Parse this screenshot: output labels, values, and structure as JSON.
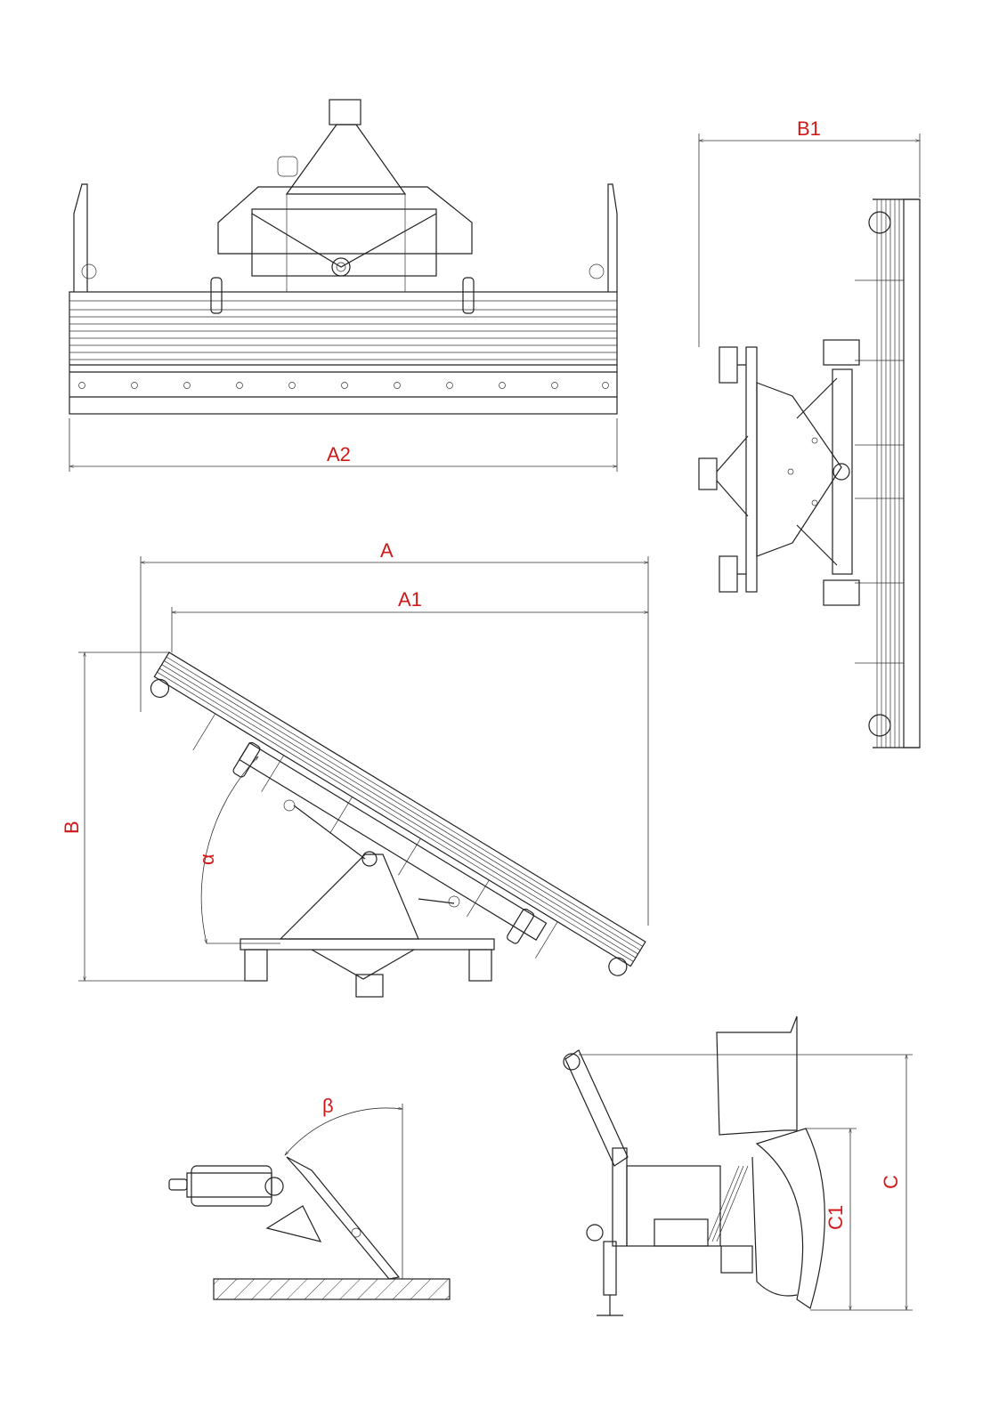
{
  "drawing": {
    "accent_color": "#d01818",
    "line_color": "#222222",
    "views": {
      "front": {
        "width_label": "A2"
      },
      "side_top": {
        "depth_label": "B1"
      },
      "angled_top": {
        "overall_width_label": "A",
        "blade_width_label": "A1",
        "depth_label": "B",
        "angle_label": "α"
      },
      "tilt_side": {
        "angle_label": "β"
      },
      "side": {
        "height_label": "C",
        "blade_height_label": "C1"
      }
    }
  }
}
